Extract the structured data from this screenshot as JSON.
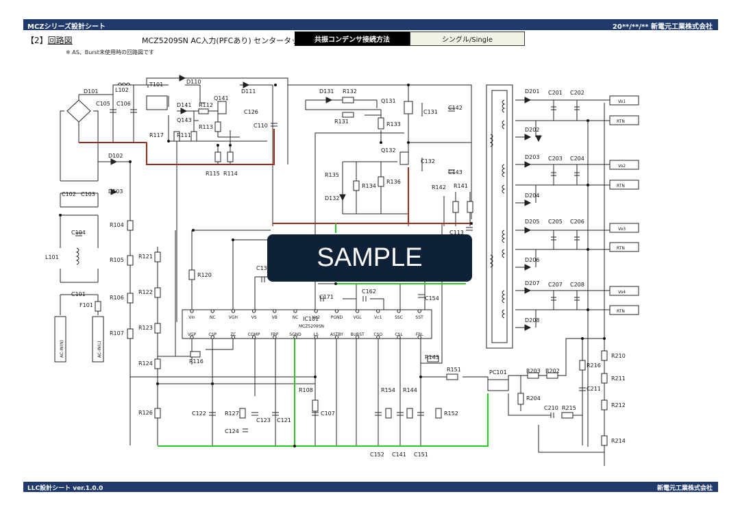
{
  "header": {
    "left": "MCZシリーズ設計シート",
    "right": "20**/**/** 新電元工業株式会社"
  },
  "section": {
    "number": "【2】",
    "title": "回路図",
    "subtitle": "MCZ5209SN  AC入力(PFCあり) センタータッ",
    "connection_label": "共振コンデンサ接続方法",
    "connection_value": "シングル/Single",
    "note": "※ AS、Burst未使用時の回路図です"
  },
  "ic": {
    "ref": "IC101",
    "part": "MCZ5209SN",
    "top_pins": [
      "Vin",
      "NC",
      "VGH",
      "VS",
      "VB",
      "NC",
      "Vc2",
      "PGND",
      "VGL",
      "Vc1",
      "SSC",
      "SST"
    ],
    "bottom_pins": [
      "VGP",
      "CSP",
      "ZC",
      "COMP",
      "FBP",
      "SGND",
      "LS",
      "ASTBY",
      "BURST",
      "CSO",
      "CSL",
      "FBL"
    ]
  },
  "ports": {
    "ac_n": "AC-IN(N)",
    "ac_l": "AC-IN(L)",
    "vo1": "Vo1",
    "rtn1": "RTN",
    "vo2": "Vo2",
    "rtn2": "RTN",
    "vo3": "Vo3",
    "rtn3": "RTN",
    "vo4": "Vo4",
    "rtn4": "RTN"
  },
  "labels": {
    "D101": "D101",
    "L102": "L102",
    "C105": "C105",
    "C106": "C106",
    "T101": "T101",
    "D110": "D110",
    "D111": "D111",
    "Q141": "Q141",
    "D141": "D141",
    "R112": "R112",
    "Q143": "Q143",
    "R113": "R113",
    "C126": "C126",
    "R117": "R117",
    "R111": "R111",
    "C110": "C110",
    "R115": "R115",
    "R114": "R114",
    "D102": "D102",
    "D103": "D103",
    "C102": "C102",
    "C103": "C103",
    "C104": "C104",
    "L101": "L101",
    "C101": "C101",
    "F101": "F101",
    "R104": "R104",
    "R105": "R105",
    "R106": "R106",
    "R107": "R107",
    "R121": "R121",
    "R122": "R122",
    "R123": "R123",
    "R124": "R124",
    "R126": "R126",
    "R120": "R120",
    "R116": "R116",
    "R108": "R108",
    "C107": "C107",
    "C122": "C122",
    "R127": "R127",
    "C123": "C123",
    "C121": "C121",
    "C124": "C124",
    "D131": "D131",
    "R132": "R132",
    "Q131": "Q131",
    "C131": "C131",
    "R131": "R131",
    "R133": "R133",
    "Q132": "Q132",
    "C132": "C132",
    "R135": "R135",
    "R134": "R134",
    "R136": "R136",
    "D132": "D132",
    "C142": "C142",
    "C143": "C143",
    "R142": "R142",
    "R141": "R141",
    "C113": "C113",
    "C13x": "C13",
    "C162": "C162",
    "C171": "C171",
    "C154": "C154",
    "R143": "R143",
    "R151": "R151",
    "R154": "R154",
    "R144": "R144",
    "R152": "R152",
    "C152": "C152",
    "C141": "C141",
    "C151": "C151",
    "PC101": "PC101",
    "R203": "R203",
    "R202": "R202",
    "R204": "R204",
    "C210": "C210",
    "R215": "R215",
    "R216": "R216",
    "C211": "C211",
    "R210": "R210",
    "R211": "R211",
    "R212": "R212",
    "R214": "R214",
    "D201": "D201",
    "C201": "C201",
    "C202": "C202",
    "D202": "D202",
    "D203": "D203",
    "C203": "C203",
    "C204": "C204",
    "D204": "D204",
    "D205": "D205",
    "C205": "C205",
    "C206": "C206",
    "D206": "D206",
    "D207": "D207",
    "C207": "C207",
    "C208": "C208",
    "D208": "D208"
  },
  "watermark": "SAMPLE",
  "footer": {
    "left": "LLC設計シート ver.1.0.0",
    "right": "新電元工業株式会社"
  }
}
